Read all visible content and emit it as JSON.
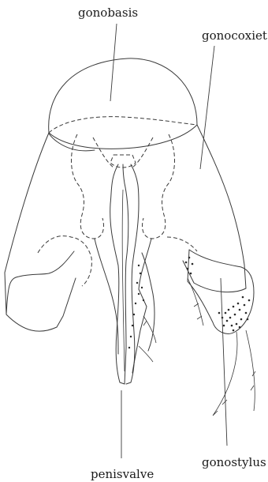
{
  "labels": {
    "gonobasis": "gonobasis",
    "gonocoxiet": "gonocoxiet",
    "gonostylus": "gonostylus",
    "penisvalve": "penisvalve"
  },
  "colors": {
    "ink": "#3a3a3a",
    "background": "#ffffff"
  }
}
